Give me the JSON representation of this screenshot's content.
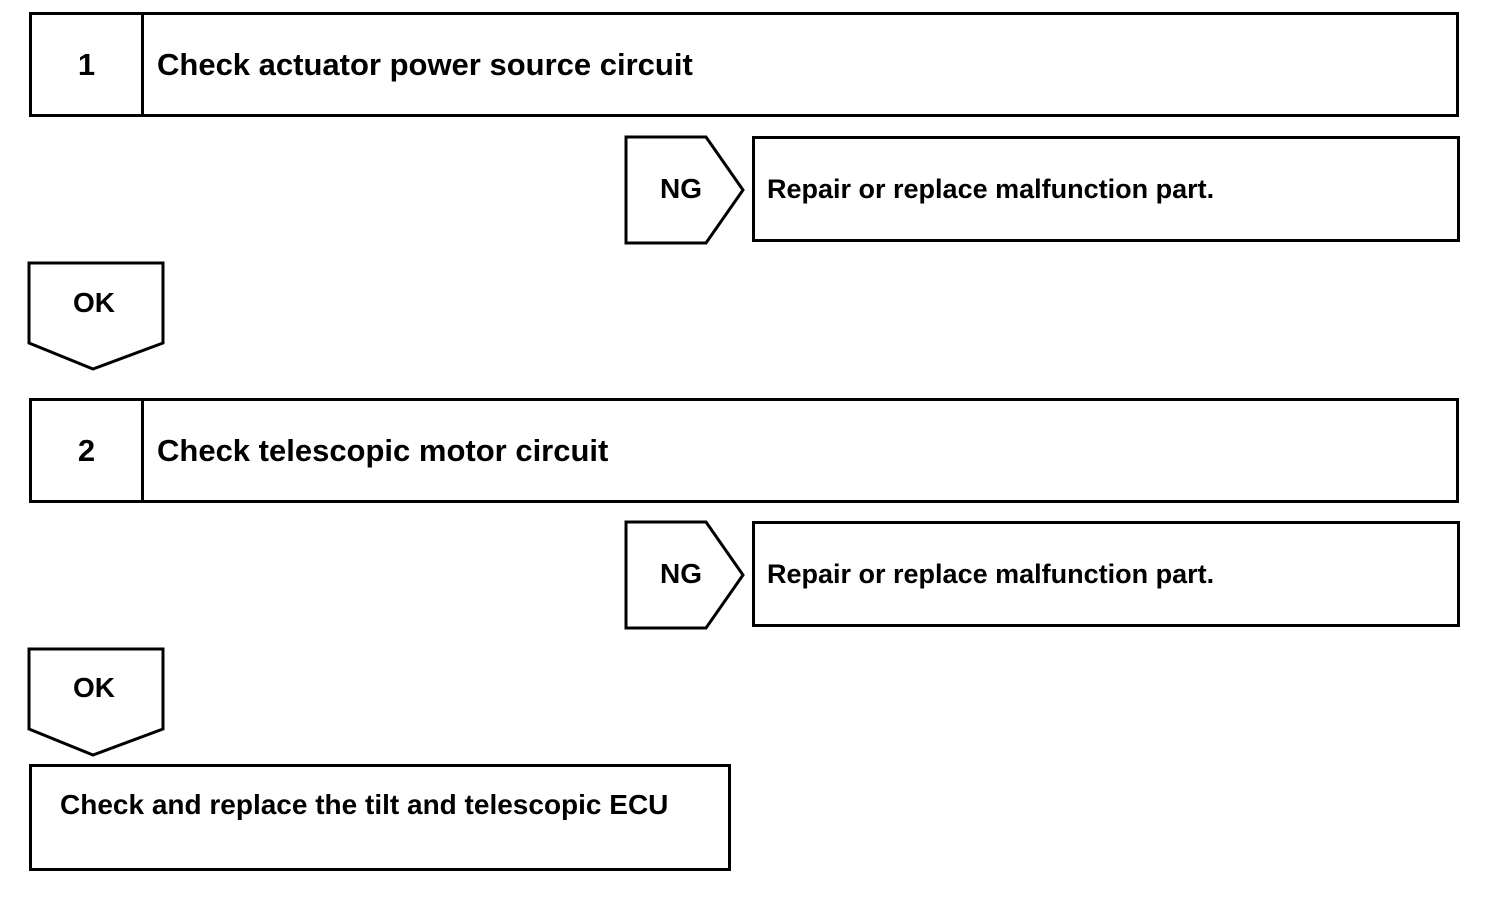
{
  "steps": [
    {
      "number": "1",
      "title": "Check actuator power source circuit",
      "ng_label": "NG",
      "ng_action": "Repair or replace malfunction part.",
      "ok_label": "OK"
    },
    {
      "number": "2",
      "title": "Check telescopic motor circuit",
      "ng_label": "NG",
      "ng_action": "Repair or replace malfunction part.",
      "ok_label": "OK"
    }
  ],
  "final": {
    "text": "Check and replace the tilt and telescopic ECU"
  }
}
